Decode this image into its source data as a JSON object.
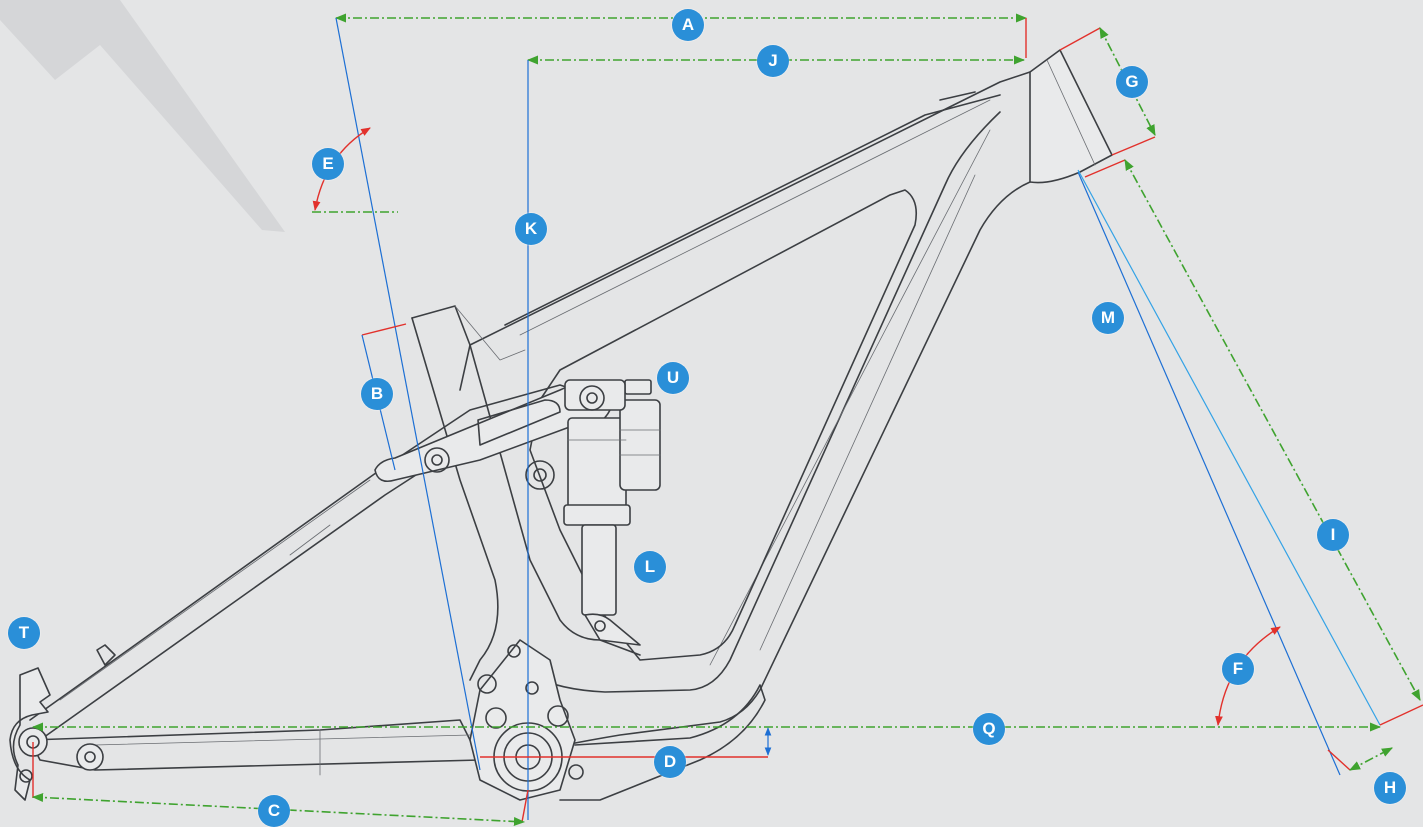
{
  "colors": {
    "background": "#e4e5e6",
    "frame_stroke": "#3c3f43",
    "badge": "#2a8fd8",
    "dimension_green": "#3fa32f",
    "dimension_red": "#e2312c",
    "dimension_blue": "#1d6fd4"
  },
  "labels": {
    "A": "A",
    "J": "J",
    "G": "G",
    "E": "E",
    "K": "K",
    "M": "M",
    "B": "B",
    "U": "U",
    "I": "I",
    "L": "L",
    "T": "T",
    "F": "F",
    "Q": "Q",
    "D": "D",
    "C": "C",
    "H": "H"
  }
}
